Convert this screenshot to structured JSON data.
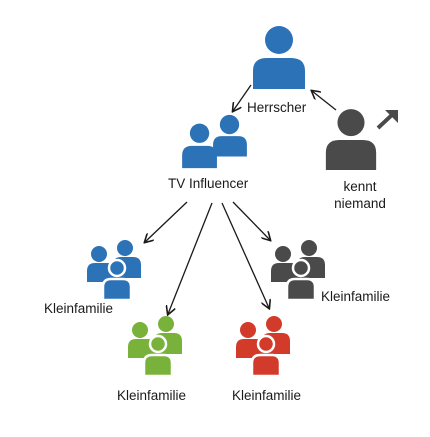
{
  "nodes": {
    "herrscher": {
      "label": "Herrscher"
    },
    "tv_influencer": {
      "label": "TV Influencer"
    },
    "kennt_niemand": {
      "label_line1": "kennt",
      "label_line2": "niemand"
    },
    "kleinfamilie_blue": {
      "label": "Kleinfamilie"
    },
    "kleinfamilie_green": {
      "label": "Kleinfamilie"
    },
    "kleinfamilie_red": {
      "label": "Kleinfamilie"
    },
    "kleinfamilie_gray": {
      "label": "Kleinfamilie"
    }
  },
  "colors": {
    "blue": "#2c72b6",
    "gray": "#4a4a4a",
    "green": "#78b23a",
    "red": "#d23a2a",
    "arrow": "#1a1a1a"
  },
  "icons": {
    "herrscher": "person-icon",
    "tv_influencer": "two-people-icon",
    "kennt_niemand": "person-with-outward-arrow-icon",
    "kleinfamilie": "family-icon"
  }
}
